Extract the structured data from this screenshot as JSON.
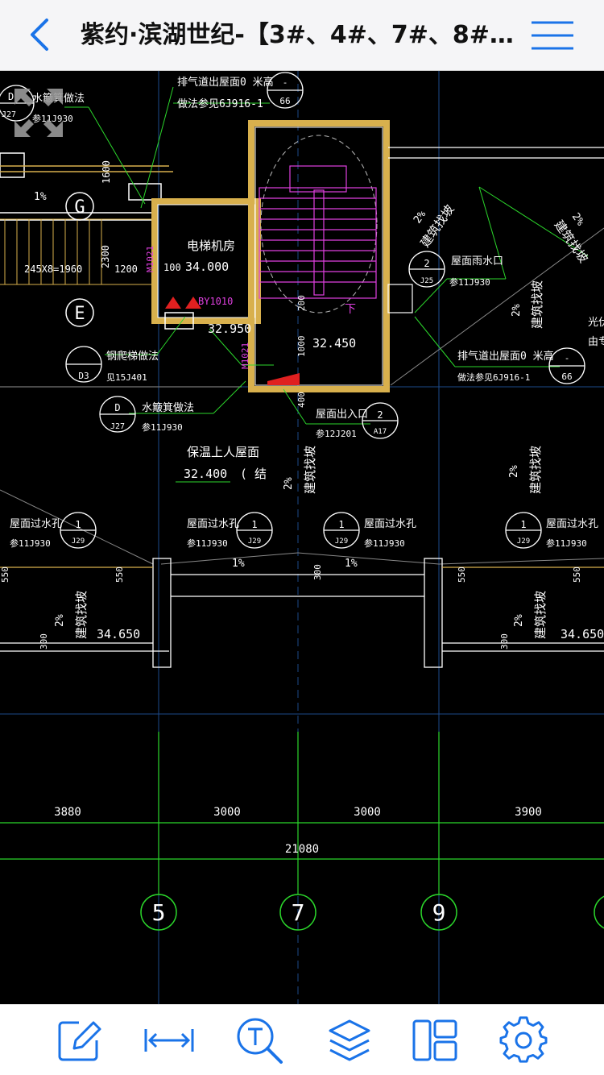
{
  "nav": {
    "title": "紫约·滨湖世纪-【3#、4#、7#、8#…",
    "back_icon": "chevron-left-icon",
    "menu_icon": "hamburger-menu-icon",
    "accent": "#1a73e8"
  },
  "drawing": {
    "labels": {
      "exhaust_top_a": "排气道出屋面0  米高",
      "exhaust_note_a": "做法参见6J916-1",
      "exhaust_ref_a_top": "-",
      "exhaust_ref_a_bot": "66",
      "water_trough_a": "水簸箕做法",
      "water_trough_a_ref": "参11J930",
      "ref_d_a": "D",
      "ref_j27_a": "J27",
      "elev_1600": "1600",
      "slope_1pct_left": "1%",
      "grid_g": "G",
      "grid_e": "E",
      "stair_dims": "245X8=1960",
      "dim_2300": "2300",
      "dim_1200": "1200",
      "door_m1021_a": "M1021",
      "elevator_room": "电梯机房",
      "dim_100": "100",
      "elev_34000": "34.000",
      "by1010": "BY1010",
      "elev_32950": "32.950",
      "door_m1021_b": "M1021",
      "dim_1000": "1000",
      "elev_32450": "32.450",
      "dim_200": "200",
      "dim_400": "400",
      "down_mark": "下",
      "steel_ladder": "钢爬梯做法",
      "steel_ladder_ref": "见15J401",
      "ref_d3": "D3",
      "water_trough_b": "水簸箕做法",
      "water_trough_b_ref": "参11J930",
      "ref_d_b": "D",
      "ref_j27_b": "J27",
      "roof_exit": "屋面出入口",
      "roof_exit_ref": "参12J201",
      "ref_2_a": "2",
      "ref_a17": "A17",
      "slope_2pct_tr1": "2%",
      "slope_text_tr1": "建筑找坡",
      "slope_2pct_tr2": "2%",
      "slope_text_tr2": "建筑找坡",
      "rain_outlet": "屋面雨水口",
      "rain_outlet_ref": "参11J930",
      "ref_2_b": "2",
      "ref_j25": "J25",
      "slope_2pct_r": "2%",
      "slope_text_r": "建筑找坡",
      "exhaust_top_b": "排气道出屋面0  米高",
      "exhaust_note_b": "做法参见6J916-1",
      "exhaust_ref_b_top": "-",
      "exhaust_ref_b_bot": "66",
      "partial_right": "光伏",
      "partial_right2": "由专",
      "insulated_roof": "保温上人屋面",
      "elev_32400": "32.400",
      "struct_note": "( 结",
      "slope_2pct_mid": "2%",
      "slope_text_mid": "建筑找坡",
      "slope_2pct_mr": "2%",
      "slope_text_mr": "建筑找坡",
      "overflow_1": "屋面过水孔",
      "overflow_1_ref": "参11J930",
      "overflow_2": "屋面过水孔",
      "overflow_2_ref": "参11J930",
      "overflow_3": "屋面过水孔",
      "overflow_3_ref": "参11J930",
      "overflow_4": "屋面过水孔",
      "overflow_4_ref": "参11J930",
      "ref_1": "1",
      "ref_j29": "J29",
      "dim_550": "550",
      "dim_300": "300",
      "slope_1pct_a": "1%",
      "slope_1pct_b": "1%",
      "slope_2pct_bl": "2%",
      "slope_text_bl": "建筑找坡",
      "slope_2pct_br": "2%",
      "slope_text_br": "建筑找坡",
      "elev_34650_a": "34.650",
      "elev_34650_b": "34.650",
      "dim_3880": "3880",
      "dim_3000_a": "3000",
      "dim_3000_b": "3000",
      "dim_3900": "3900",
      "dim_21080": "21080",
      "axis_5": "5",
      "axis_7": "7",
      "axis_9": "9"
    }
  },
  "toolbar": {
    "items": [
      {
        "icon": "edit-pencil-icon"
      },
      {
        "icon": "measure-distance-icon"
      },
      {
        "icon": "text-search-icon"
      },
      {
        "icon": "layers-icon"
      },
      {
        "icon": "layout-panels-icon"
      },
      {
        "icon": "settings-gear-icon"
      }
    ]
  }
}
